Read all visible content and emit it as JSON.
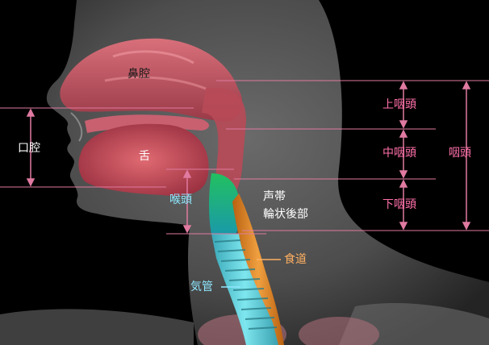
{
  "labels": {
    "nasal_cavity": "鼻腔",
    "oral_cavity": "口腔",
    "tongue": "舌",
    "larynx": "喉頭",
    "vocal_cords": "声帯",
    "arytenoid": "輪状後部",
    "esophagus": "食道",
    "trachea": "気管",
    "nasopharynx": "上咽頭",
    "oropharynx": "中咽頭",
    "hypopharynx": "下咽頭",
    "pharynx": "咽頭"
  },
  "colors": {
    "background": "#000000",
    "skin": "#8a8a8a",
    "tissue_red": "#c0505a",
    "trachea": "#5fd0d8",
    "esophagus": "#e08a2a",
    "larynx_green": "#3ad07a",
    "guide_line": "#e07aa0",
    "pink_text": "#ff70a8"
  }
}
